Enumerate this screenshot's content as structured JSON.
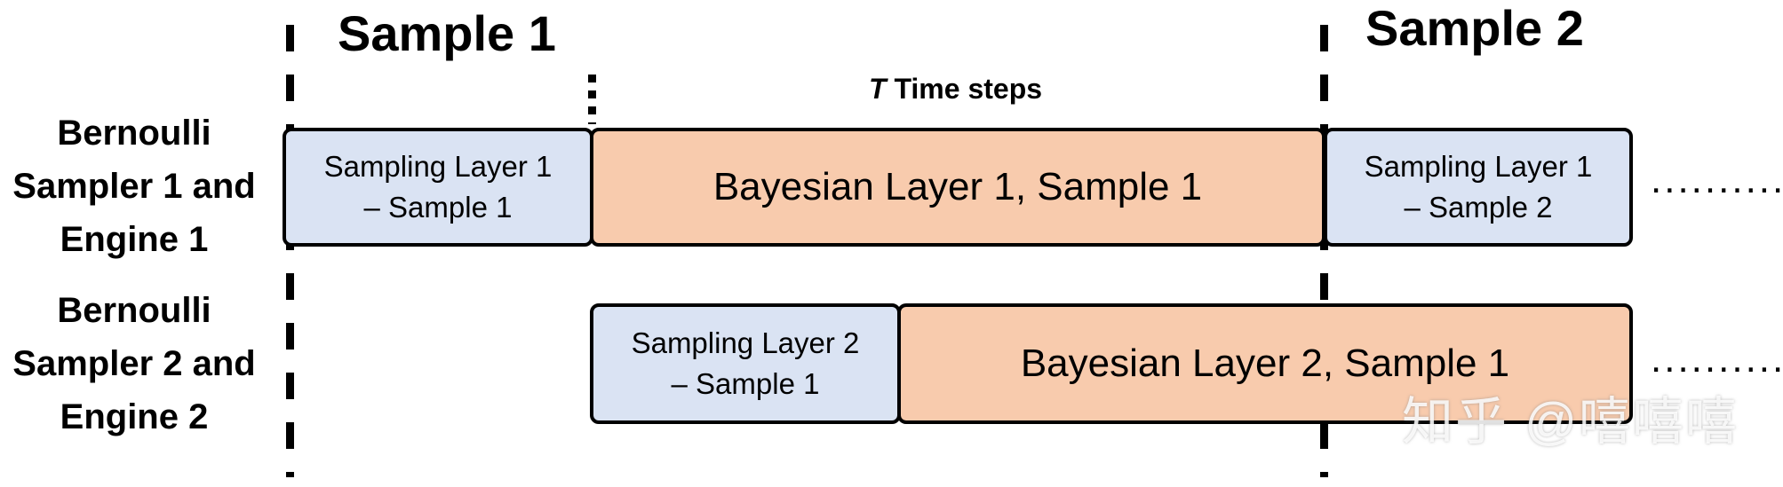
{
  "headers": {
    "sample1": "Sample 1",
    "sample2": "Sample 2",
    "time_steps_var": "T",
    "time_steps_text": " Time steps"
  },
  "rows": [
    {
      "label": [
        "Bernoulli",
        "Sampler 1 and",
        "Engine 1"
      ],
      "boxes": [
        {
          "kind": "sampling",
          "lines": [
            "Sampling Layer 1",
            "– Sample 1"
          ]
        },
        {
          "kind": "bayesian",
          "text": "Bayesian Layer 1, Sample 1"
        },
        {
          "kind": "sampling",
          "lines": [
            "Sampling Layer 1",
            "– Sample 2"
          ]
        }
      ],
      "continuation": ".........."
    },
    {
      "label": [
        "Bernoulli",
        "Sampler 2 and",
        "Engine 2"
      ],
      "boxes": [
        {
          "kind": "sampling",
          "lines": [
            "Sampling Layer 2",
            "– Sample 1"
          ]
        },
        {
          "kind": "bayesian",
          "text": "Bayesian Layer 2, Sample 1"
        }
      ],
      "continuation": ".........."
    }
  ],
  "colors": {
    "sampling_fill": "#dae3f3",
    "bayesian_fill": "#f8cbad",
    "outline": "#000000"
  },
  "watermark": "知乎 @嘻嘻嘻"
}
